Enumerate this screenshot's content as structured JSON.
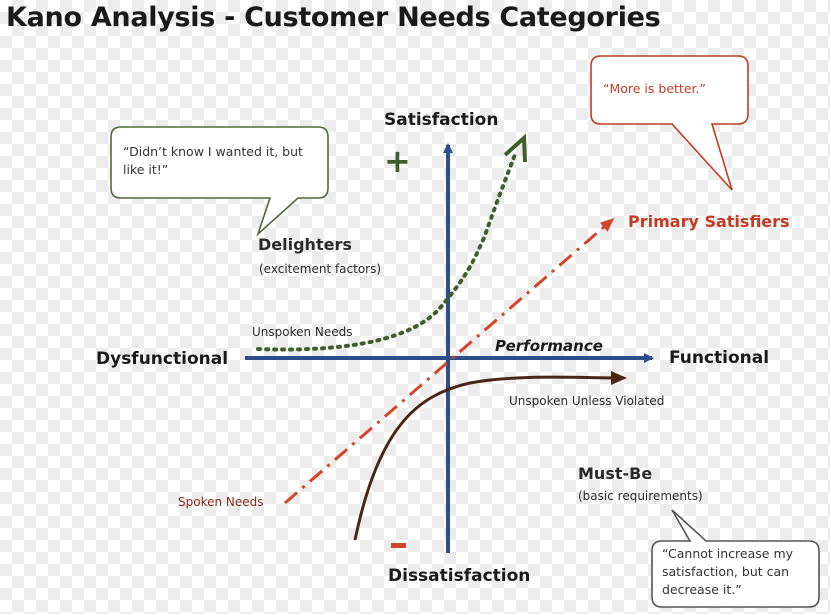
{
  "title": "Kano Analysis - Customer Needs Categories",
  "axes": {
    "y_top": "Satisfaction",
    "y_bottom": "Dissatisfaction",
    "x_left": "Dysfunctional",
    "x_right": "Functional",
    "x_caption": "Performance",
    "plus_sign": "+",
    "minus_sign": "-"
  },
  "categories": {
    "delighters": {
      "label": "Delighters",
      "sub": "(excitement factors)",
      "curve_caption": "Unspoken Needs",
      "color": "#3f5e2c"
    },
    "primary": {
      "label": "Primary Satisfiers",
      "curve_caption": "Spoken Needs",
      "color": "#d4442a"
    },
    "must_be": {
      "label": "Must-Be",
      "sub": "(basic requirements)",
      "curve_caption": "Unspoken Unless Violated",
      "color": "#4a2616"
    }
  },
  "quotes": {
    "delighters": "“Didn’t know I wanted it, but like it!”",
    "primary": "“More is better.”",
    "must_be": "“Cannot increase my satisfaction, but can decrease it.”"
  },
  "colors": {
    "axis": "#2d4d8b",
    "plus": "#3f5e2c",
    "minus": "#d4442a",
    "primary_text": "#c23b22"
  }
}
